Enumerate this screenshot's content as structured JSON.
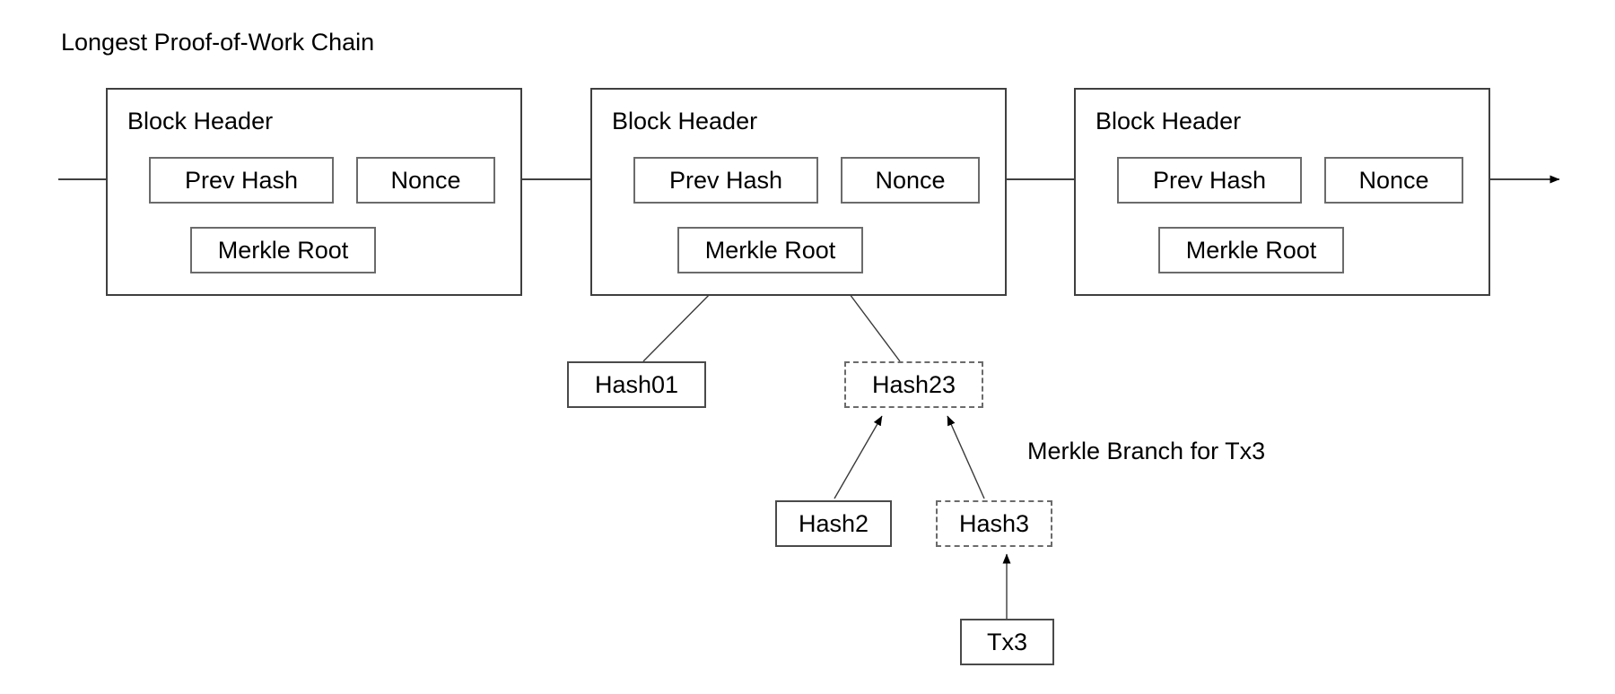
{
  "diagram": {
    "title": "Longest Proof-of-Work Chain",
    "branch_label": "Merkle Branch for Tx3",
    "blocks": [
      {
        "header_label": "Block Header",
        "prev_hash_label": "Prev Hash",
        "nonce_label": "Nonce",
        "merkle_root_label": "Merkle Root"
      },
      {
        "header_label": "Block Header",
        "prev_hash_label": "Prev Hash",
        "nonce_label": "Nonce",
        "merkle_root_label": "Merkle Root"
      },
      {
        "header_label": "Block Header",
        "prev_hash_label": "Prev Hash",
        "nonce_label": "Nonce",
        "merkle_root_label": "Merkle Root"
      }
    ],
    "merkle_nodes": [
      {
        "label": "Hash01",
        "style": "solid"
      },
      {
        "label": "Hash23",
        "style": "dashed"
      },
      {
        "label": "Hash2",
        "style": "solid"
      },
      {
        "label": "Hash3",
        "style": "dashed"
      },
      {
        "label": "Tx3",
        "style": "solid"
      }
    ],
    "colors": {
      "background": "#ffffff",
      "stroke": "#000000",
      "box_border": "#4a4a4a",
      "text": "#000000"
    }
  }
}
